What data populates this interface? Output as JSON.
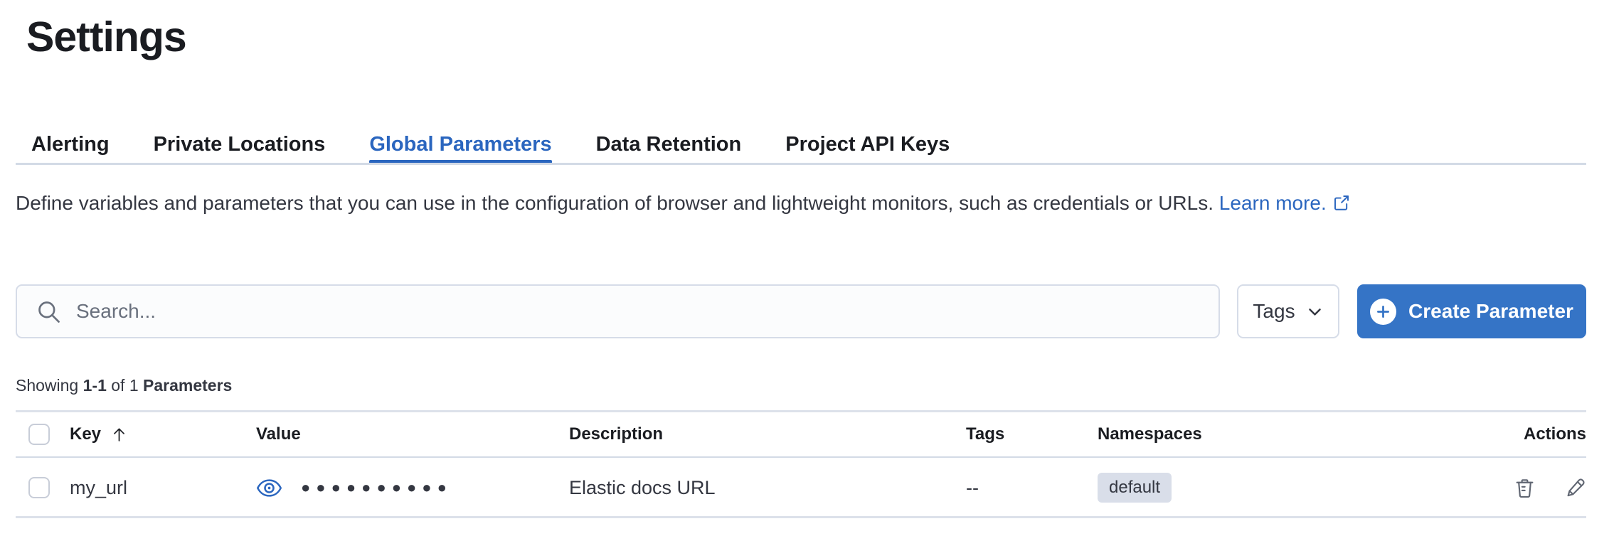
{
  "page": {
    "title": "Settings"
  },
  "tabs": [
    {
      "label": "Alerting",
      "active": false
    },
    {
      "label": "Private Locations",
      "active": false
    },
    {
      "label": "Global Parameters",
      "active": true
    },
    {
      "label": "Data Retention",
      "active": false
    },
    {
      "label": "Project API Keys",
      "active": false
    }
  ],
  "description": {
    "text": "Define variables and parameters that you can use in the configuration of browser and lightweight monitors, such as credentials or URLs.",
    "link_label": "Learn more."
  },
  "toolbar": {
    "search_placeholder": "Search...",
    "search_value": "",
    "tags_filter_label": "Tags",
    "create_button_label": "Create Parameter"
  },
  "summary": {
    "prefix": "Showing",
    "range": "1-1",
    "middle": "of 1",
    "entity": "Parameters"
  },
  "table": {
    "columns": [
      "Key",
      "Value",
      "Description",
      "Tags",
      "Namespaces",
      "Actions"
    ],
    "sort": {
      "column": "Key",
      "direction": "ascending"
    },
    "rows": [
      {
        "key": "my_url",
        "value_masked": "●●●●●●●●●●",
        "description": "Elastic docs URL",
        "tags": "--",
        "namespaces": [
          "default"
        ]
      }
    ]
  },
  "icons": {
    "search": "search-icon",
    "chevron": "chevron-down-icon",
    "plus": "plus-icon",
    "external": "external-link-icon",
    "eye": "eye-icon",
    "sort_asc": "sort-ascending-arrow-icon",
    "trash": "trash-icon",
    "pencil": "pencil-icon"
  },
  "colors": {
    "accent_text": "#2b66bf",
    "primary_button": "#3574c6",
    "badge_bg": "#d9dee9",
    "heading": "#1a1c21",
    "body_text": "#343741",
    "muted_text": "#69707d",
    "divider": "#d3dae6"
  }
}
